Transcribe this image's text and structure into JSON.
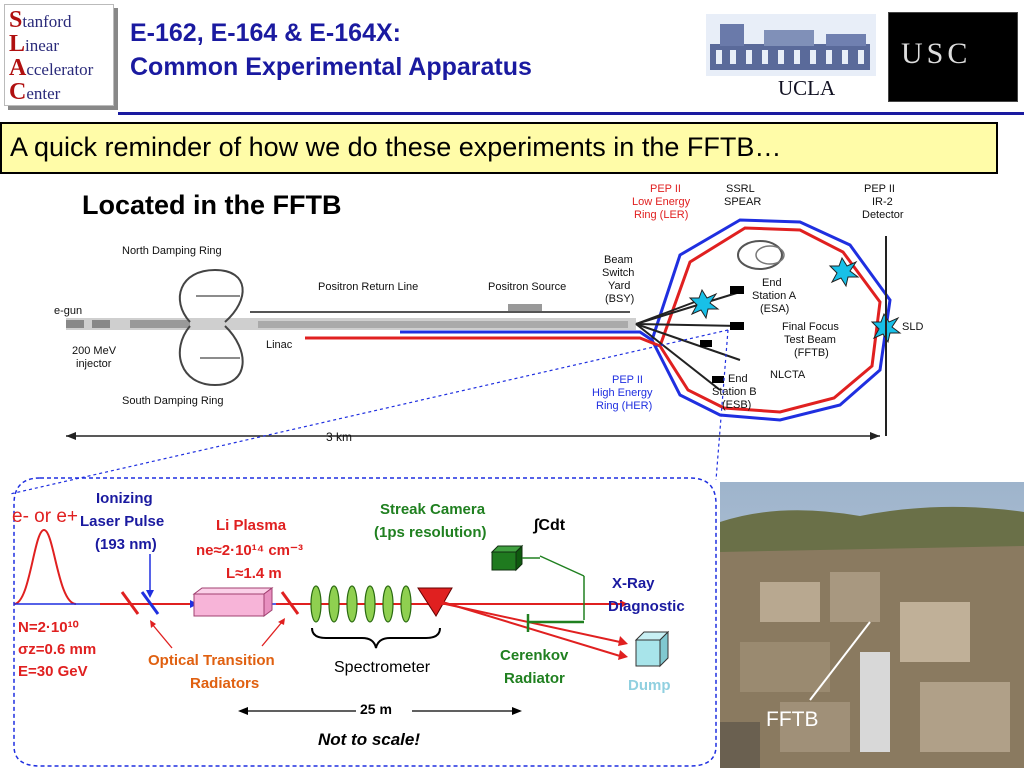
{
  "header": {
    "slac_logo": {
      "initials": [
        "S",
        "L",
        "A",
        "C"
      ],
      "rests": [
        "tanford",
        "inear",
        "ccelerator",
        "enter"
      ]
    },
    "title_line1": "E-162, E-164 & E-164X:",
    "title_line2": "Common Experimental Apparatus",
    "ucla_logo_text": "UCLA",
    "usc_logo_text": "USC",
    "title_color": "#1a1aa0"
  },
  "banner": {
    "text": "A quick reminder of how we do these experiments in the FFTB…",
    "background": "#fffca8"
  },
  "map": {
    "heading": "Located in the FFTB",
    "labels": {
      "north_damping_ring": "North Damping Ring",
      "south_damping_ring": "South Damping Ring",
      "positron_return_line": "Positron Return Line",
      "positron_source": "Positron Source",
      "e_gun": "e-gun",
      "injector_1": "200 MeV",
      "injector_2": "injector",
      "linac": "Linac",
      "distance": "3 km",
      "bsy": [
        "Beam",
        "Switch",
        "Yard",
        "(BSY)"
      ],
      "ler": [
        "PEP II",
        "Low Energy",
        "Ring (LER)"
      ],
      "ssrl": [
        "SSRL",
        "SPEAR"
      ],
      "ir2": [
        "PEP II",
        "IR-2",
        "Detector"
      ],
      "esa": [
        "End",
        "Station A",
        "(ESA)"
      ],
      "fftb": [
        "Final Focus",
        "Test Beam",
        "(FFTB)"
      ],
      "sld": "SLD",
      "nlcta": "NLCTA",
      "esb": [
        "End",
        "Station B",
        "(ESB)"
      ],
      "her": [
        "PEP II",
        "High Energy",
        "Ring (HER)"
      ]
    }
  },
  "apparatus": {
    "beam_label": "e- or e+",
    "beam_sup_minus": "-",
    "beam_sup_plus": "+",
    "ionizing_laser": [
      "Ionizing",
      "Laser Pulse",
      "(193 nm)"
    ],
    "li_plasma": {
      "title": "Li Plasma",
      "density": "ne≈2·10¹⁴ cm⁻³",
      "length": "L≈1.4 m"
    },
    "streak_camera": [
      "Streak Camera",
      "(1ps resolution)"
    ],
    "cdt": "∫Cdt",
    "xray": [
      "X-Ray",
      "Diagnostic"
    ],
    "beam_params": {
      "n": "N=2·10¹⁰",
      "sigma": "σz=0.6 mm",
      "energy": "E=30 GeV"
    },
    "otr": [
      "Optical Transition",
      "Radiators"
    ],
    "spectrometer": "Spectrometer",
    "cerenkov": [
      "Cerenkov",
      "Radiator"
    ],
    "dump": "Dump",
    "scale_length": "25 m",
    "scale_note": "Not to scale!"
  },
  "photo": {
    "label": "FFTB"
  },
  "colors": {
    "beam_red": "#e02020",
    "green_text": "#208020",
    "plasma_fill": "#f7b4d8",
    "dump_fill": "#a8e4ea"
  }
}
